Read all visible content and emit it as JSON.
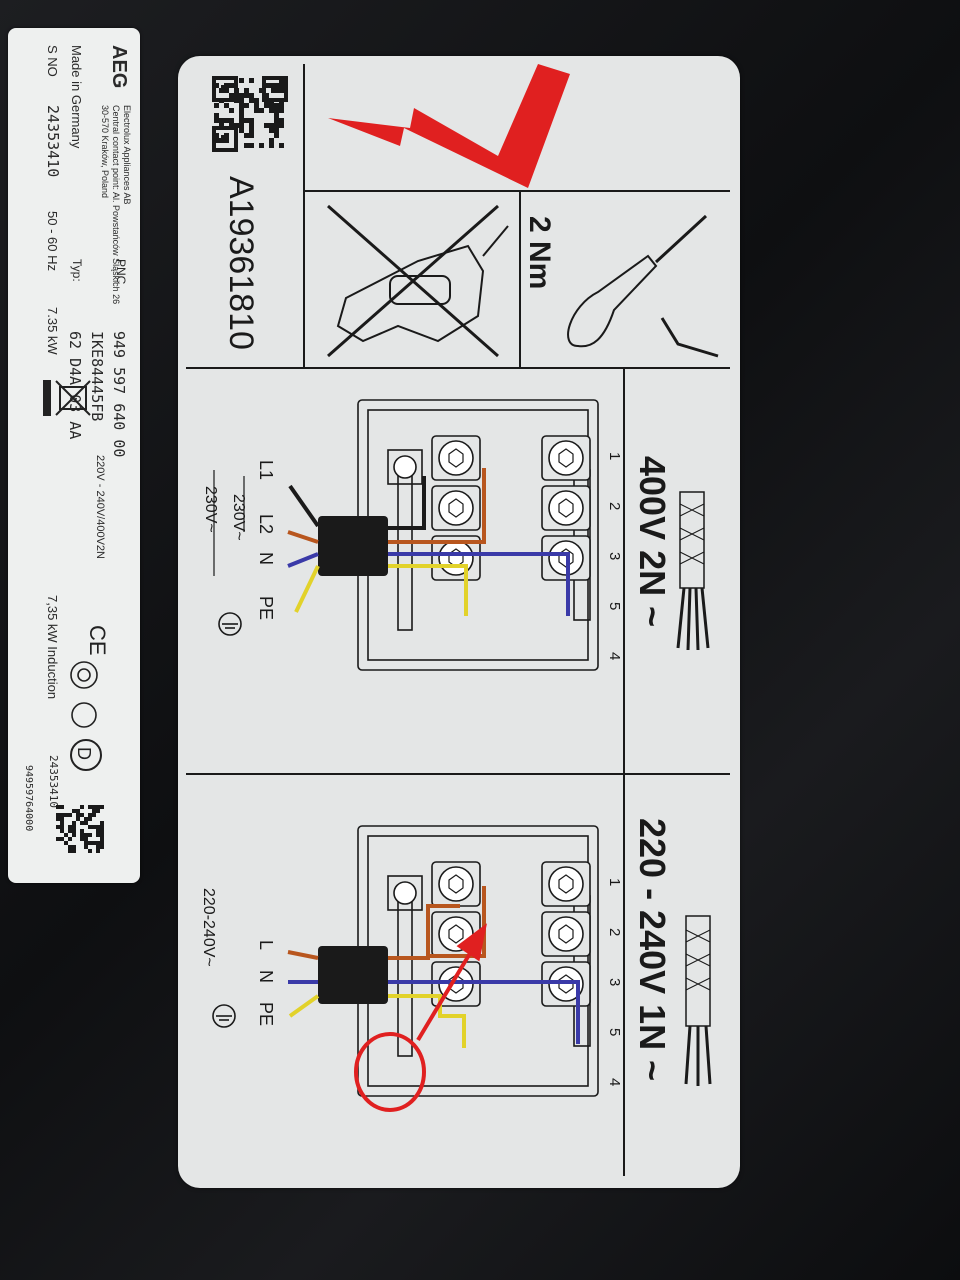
{
  "rating_plate": {
    "brand": "AEG",
    "manufacturer_lines": [
      "Electrolux Appliances AB",
      "Central contact point: Al. Powstańców Śląskich 26",
      "30-570 Kraków, Poland"
    ],
    "pnc_label": "PNC",
    "pnc_value": "949 597 640 00",
    "model_value": "IKE84445FB",
    "typ_label": "Typ:",
    "typ_value": "62 D4A 03 AA",
    "made_in": "Made in Germany",
    "sno_label": "S NO",
    "sno_value": "24353410",
    "frequency": "50 - 60 Hz",
    "power": "7.35 kW",
    "voltage": "220V - 240V/400V2N",
    "induction_text": "7,35 kW Induction",
    "barcode_number": "24353410",
    "barcode_code": "94959764000"
  },
  "install_label": {
    "code": "A19361810",
    "torque": "2 Nm",
    "panel_400v": {
      "title": "400V 2N ~",
      "wires": [
        "L1",
        "L2",
        "N",
        "PE"
      ],
      "voltage": "230V~",
      "voltage_outer": "230V~",
      "terminals_top": [
        "1",
        "2",
        "3"
      ],
      "terminals_bottom": [
        "5",
        "4"
      ]
    },
    "panel_220v": {
      "title": "220 - 240V 1N ~",
      "wires": [
        "L",
        "N",
        "PE"
      ],
      "voltage": "220-240V~",
      "terminals_top": [
        "1",
        "2",
        "3"
      ],
      "terminals_bottom": [
        "5",
        "4"
      ]
    }
  },
  "colors": {
    "red": "#e02020",
    "brown": "#b8561e",
    "blue": "#3a3aa8",
    "yellow": "#e2d22a",
    "black": "#1a1a1a"
  }
}
